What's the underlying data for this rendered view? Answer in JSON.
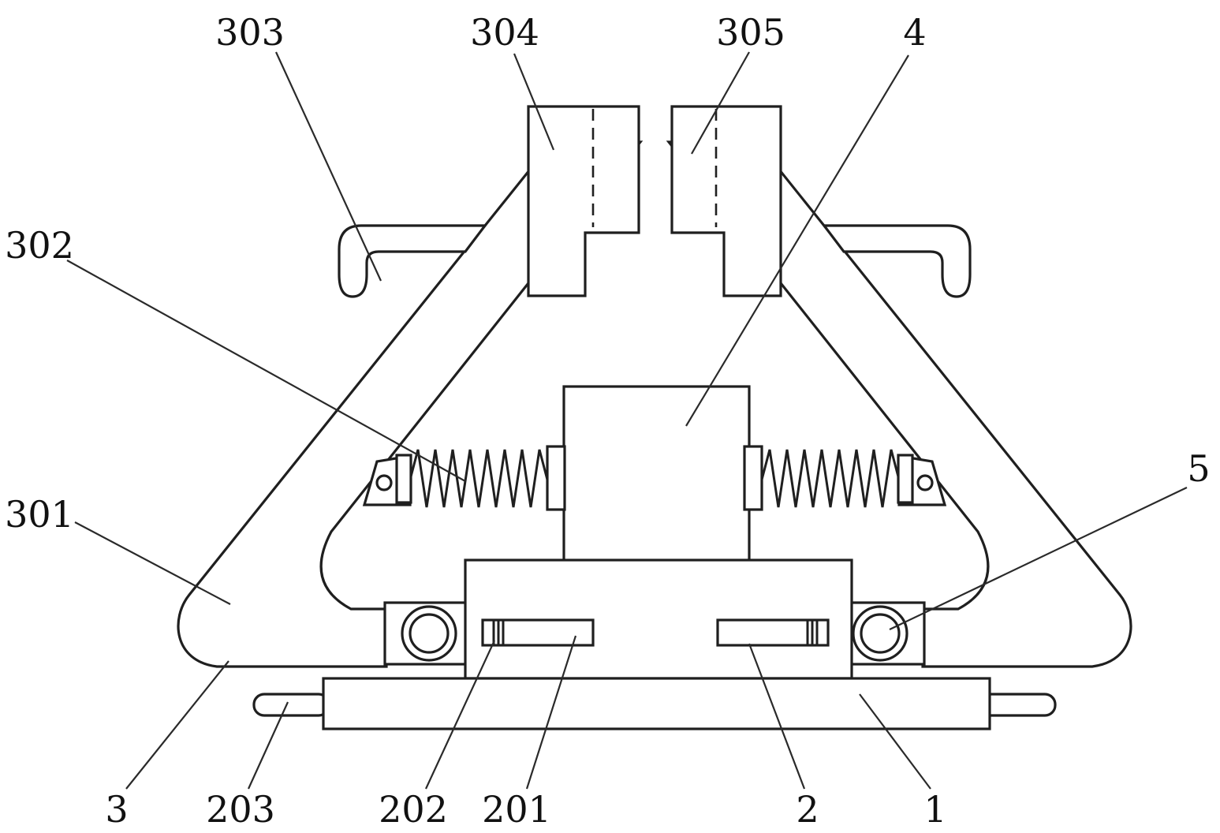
{
  "figure": {
    "background": "#ffffff",
    "stroke_color": "#1f1f1f"
  },
  "callouts": [
    {
      "id": "303",
      "label": "303"
    },
    {
      "id": "304",
      "label": "304"
    },
    {
      "id": "305",
      "label": "305"
    },
    {
      "id": "4",
      "label": "4"
    },
    {
      "id": "302",
      "label": "302"
    },
    {
      "id": "301",
      "label": "301"
    },
    {
      "id": "5",
      "label": "5"
    },
    {
      "id": "3",
      "label": "3"
    },
    {
      "id": "203",
      "label": "203"
    },
    {
      "id": "202",
      "label": "202"
    },
    {
      "id": "201",
      "label": "201"
    },
    {
      "id": "2",
      "label": "2"
    },
    {
      "id": "1",
      "label": "1"
    }
  ]
}
